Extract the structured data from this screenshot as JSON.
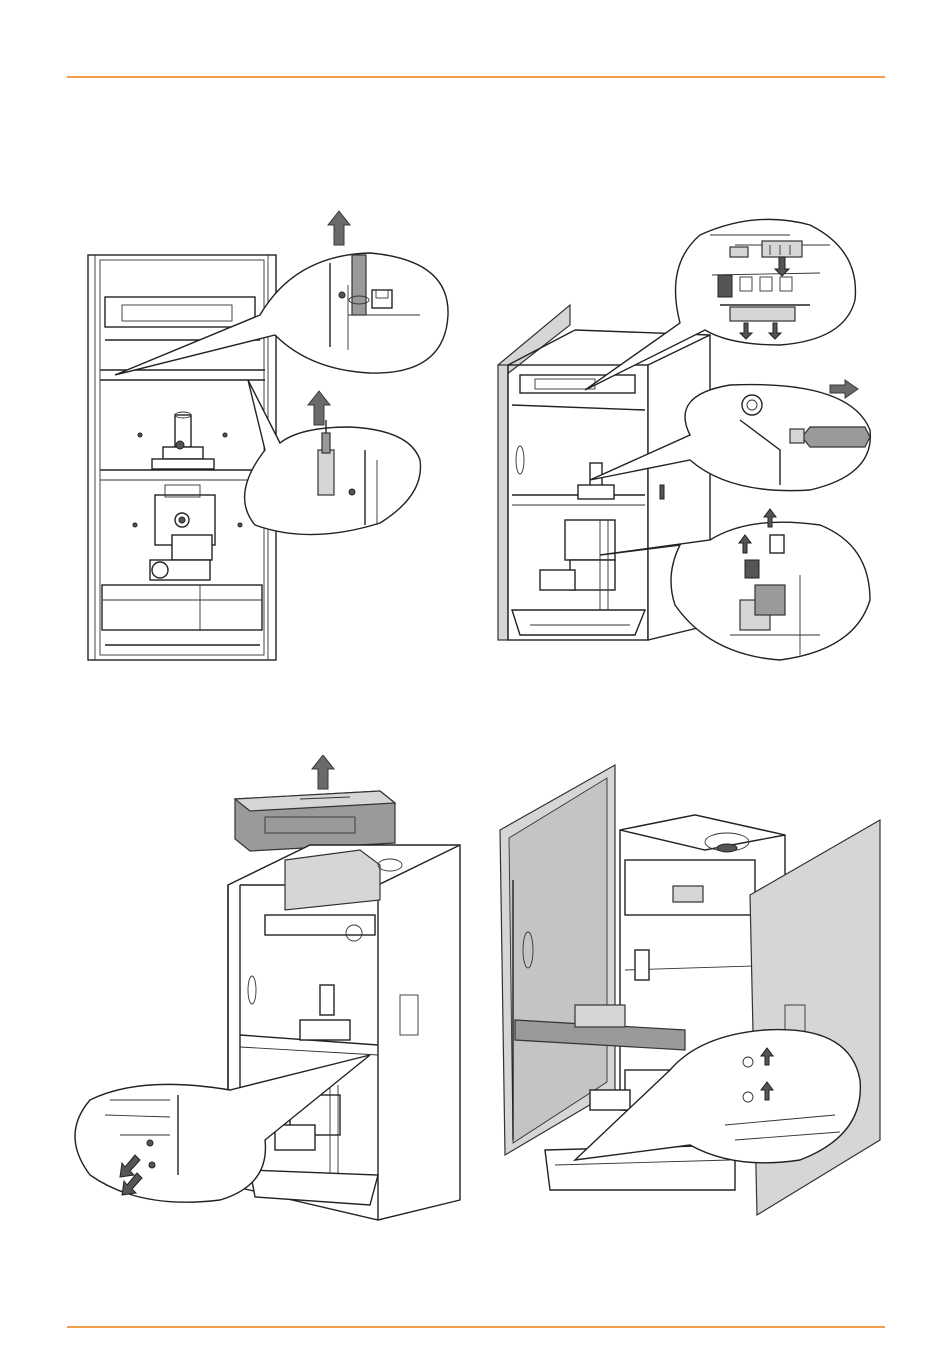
{
  "page": {
    "accent_color": "#f0a04b",
    "background": "#ffffff"
  },
  "figures": [
    {
      "id": "fig-1",
      "description_icon": "boiler-front-open-illustration"
    },
    {
      "id": "fig-2",
      "description_icon": "boiler-iso-with-callouts-illustration"
    },
    {
      "id": "fig-3",
      "description_icon": "boiler-top-cover-removal-illustration"
    },
    {
      "id": "fig-4",
      "description_icon": "boiler-side-panels-removal-illustration"
    }
  ]
}
